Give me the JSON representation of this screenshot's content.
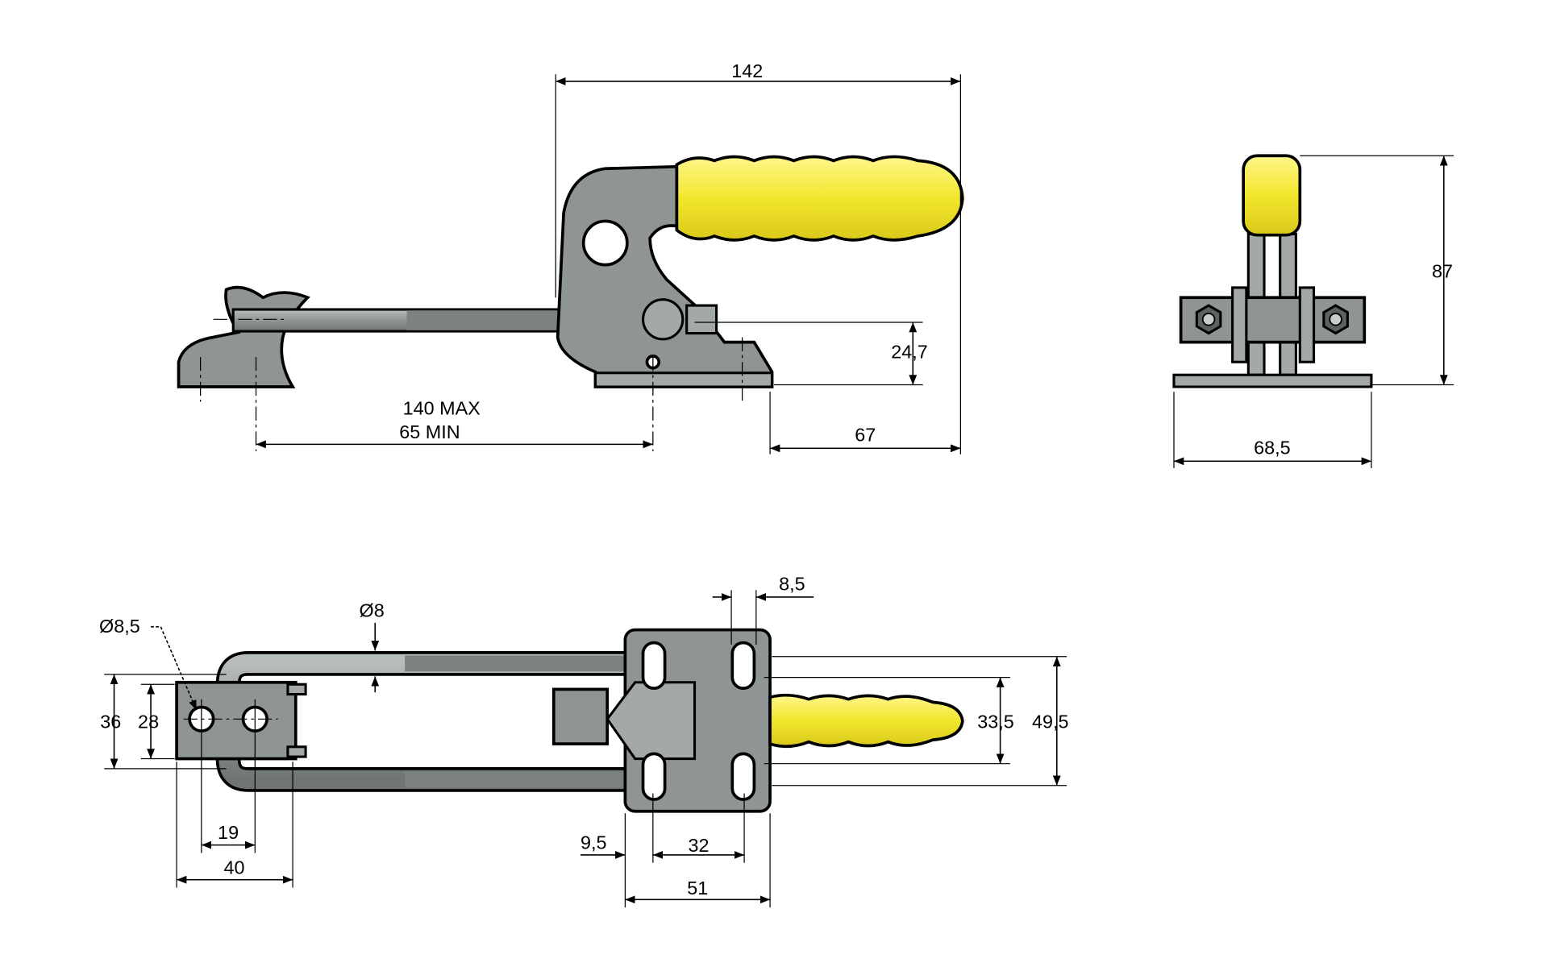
{
  "title": "Latch clamp technical drawing",
  "colors": {
    "handle": "#f4ea3a",
    "steel": "#8f9495",
    "line": "#000000"
  },
  "side_view": {
    "overall_length": "142",
    "adjust_max": "140 MAX",
    "adjust_min": "65 MIN",
    "height_to_rod": "24,7",
    "base_to_handle_end": "67"
  },
  "end_view": {
    "height": "87",
    "base_width": "68,5"
  },
  "top_view": {
    "slot_width": "8,5",
    "rod_diameter": "Ø8",
    "hole_diameter": "Ø8,5",
    "hook_width_outer": "36",
    "hook_width_inner": "28",
    "hook_hole_pitch": "19",
    "hook_length": "40",
    "plate_offset": "9,5",
    "plate_hole_pitch": "32",
    "plate_length": "51",
    "plate_hole_span": "33,5",
    "plate_width": "49,5"
  }
}
